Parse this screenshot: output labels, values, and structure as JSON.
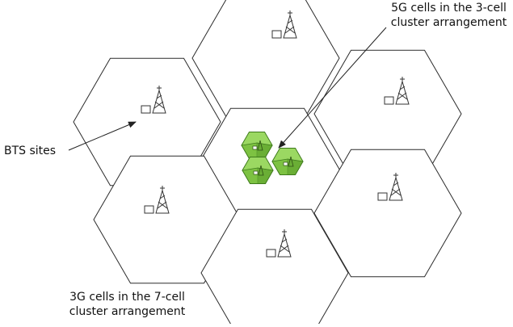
{
  "labels": {
    "five_g_line1": "5G cells in the 3-cell",
    "five_g_line2": "cluster arrangement",
    "bts": "BTS sites",
    "three_g_line1": "3G cells in the 7-cell",
    "three_g_line2": "cluster arrangement"
  },
  "large_cells": [
    {
      "name": "cell-top-center",
      "tower": "right"
    },
    {
      "name": "cell-upper-left",
      "tower": "right"
    },
    {
      "name": "cell-upper-right",
      "tower": "right"
    },
    {
      "name": "cell-center",
      "tower": "none"
    },
    {
      "name": "cell-lower-left",
      "tower": "right"
    },
    {
      "name": "cell-lower-right",
      "tower": "right"
    },
    {
      "name": "cell-bottom-center",
      "tower": "right"
    }
  ],
  "small_cells": [
    {
      "name": "5g-cell-1"
    },
    {
      "name": "5g-cell-2"
    },
    {
      "name": "5g-cell-3"
    }
  ],
  "colors": {
    "cell_outline": "#2b2b2b",
    "five_g_fill": "#7dc242",
    "five_g_top": "#9bd862",
    "five_g_dark": "#5c9e2c",
    "five_g_outline": "#3e7a1c",
    "arrow": "#222222"
  },
  "icons": [
    "bts-tower-icon",
    "base-station-box-icon"
  ]
}
